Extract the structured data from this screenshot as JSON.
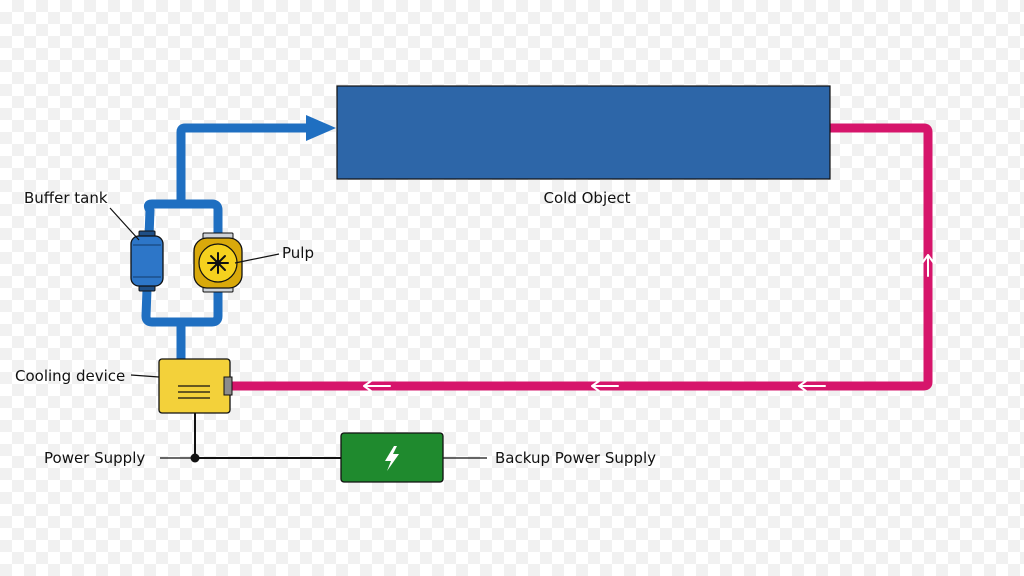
{
  "labels": {
    "cold_object": "Cold Object",
    "buffer_tank": "Buffer tank",
    "pump": "Pulp",
    "cooling_device": "Cooling device",
    "power_supply": "Power Supply",
    "backup_power_supply": "Backup Power Supply"
  },
  "colors": {
    "cold_pipe": "#1f6fc1",
    "hot_pipe": "#d6156b",
    "cold_object": "#2d66a8",
    "cooling_device": "#f3d13a",
    "backup_power": "#1f8a2e",
    "pump_body": "#f5d11e",
    "wire": "#111111"
  },
  "icons": {
    "backup_power": "lightning-bolt-icon",
    "pump": "impeller-icon",
    "flow": "arrow-icon"
  }
}
